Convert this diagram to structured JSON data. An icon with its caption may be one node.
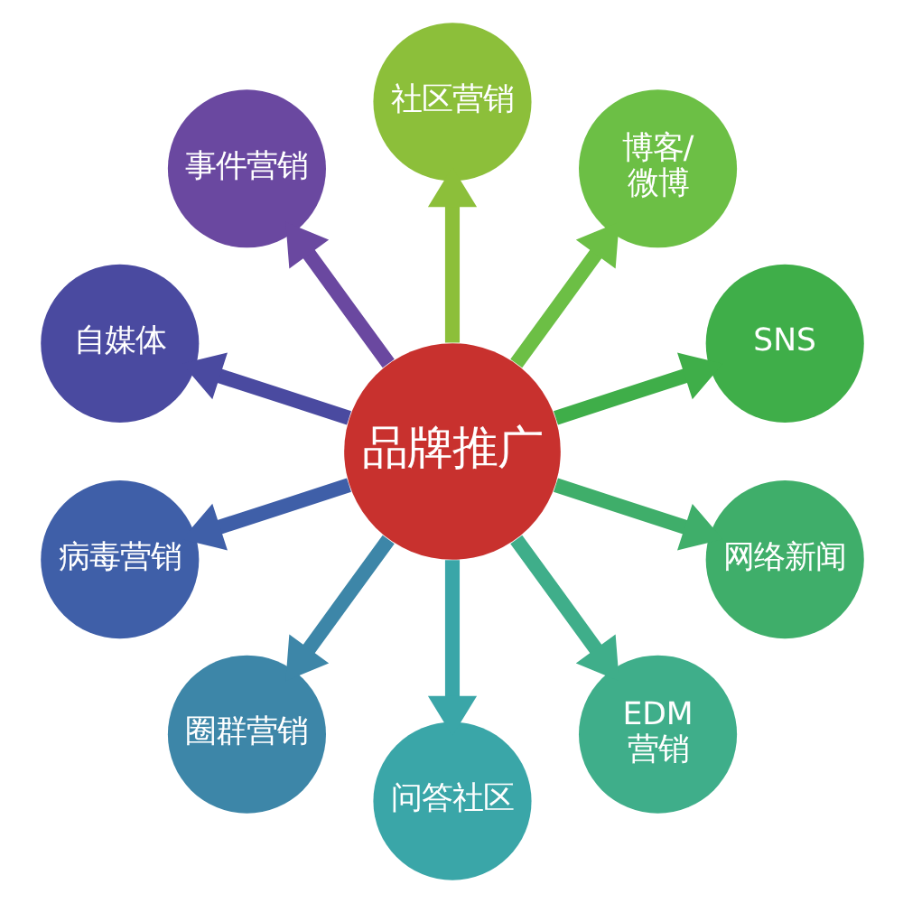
{
  "diagram": {
    "nodes": [
      {
        "text": [
          "品牌推广"
        ]
      },
      {
        "text": [
          "社区营销"
        ]
      },
      {
        "text": [
          "博客/微博"
        ]
      },
      {
        "text": [
          "SNS"
        ]
      },
      {
        "text": [
          "网络新闻"
        ]
      },
      {
        "text": [
          "EDM营销"
        ]
      },
      {
        "text": [
          "问答社区"
        ]
      },
      {
        "text": [
          "圈群营销"
        ]
      },
      {
        "text": [
          "病毒营销"
        ]
      },
      {
        "text": [
          "自媒体"
        ]
      },
      {
        "text": [
          "事件营销"
        ]
      }
    ],
    "edges": [
      {
        "from": 0,
        "to": 1,
        "arrow": "to",
        "color": "#8cbf3a"
      },
      {
        "from": 0,
        "to": 2,
        "arrow": "to",
        "color": "#6cbf45"
      },
      {
        "from": 0,
        "to": 3,
        "arrow": "to",
        "color": "#3fae49"
      },
      {
        "from": 0,
        "to": 4,
        "arrow": "to",
        "color": "#3fae6a"
      },
      {
        "from": 0,
        "to": 5,
        "arrow": "to",
        "color": "#3fae8a"
      },
      {
        "from": 0,
        "to": 6,
        "arrow": "to",
        "color": "#3aa6a8"
      },
      {
        "from": 0,
        "to": 7,
        "arrow": "to",
        "color": "#3d86a8"
      },
      {
        "from": 0,
        "to": 8,
        "arrow": "to",
        "color": "#3f5fa8"
      },
      {
        "from": 0,
        "to": 9,
        "arrow": "to",
        "color": "#4a4aa0"
      },
      {
        "from": 0,
        "to": 10,
        "arrow": "to",
        "color": "#6a48a0"
      }
    ]
  }
}
